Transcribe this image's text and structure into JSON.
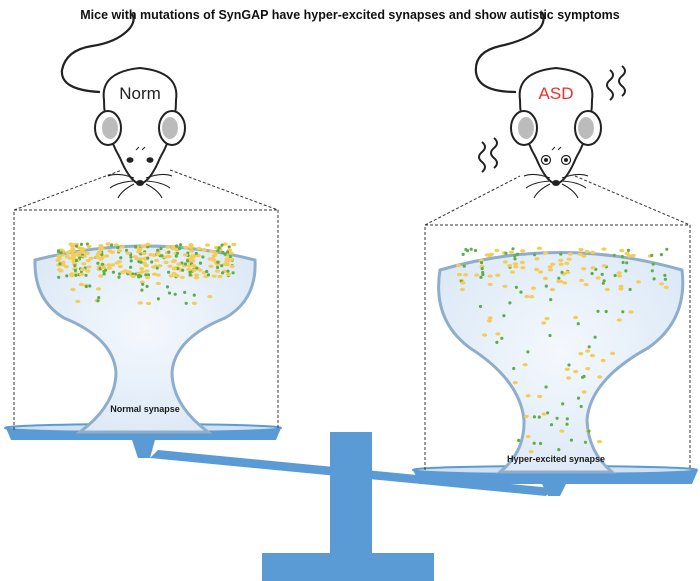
{
  "title": "Mice with mutations of SynGAP have hyper-excited synapses and show autistic symptoms",
  "left": {
    "mouse_label": "Norm",
    "synapse_label": "Normal synapse"
  },
  "right": {
    "mouse_label": "ASD",
    "synapse_label": "Hyper-excited synapse"
  },
  "colors": {
    "scale_blue": "#5b9bd5",
    "synapse_outline": "#8faecd",
    "synapse_fill": "#e9f2fb",
    "green_dot": "#5eae4a",
    "yellow_dot": "#f4cd58",
    "asd_label": "#e8312a",
    "norm_label": "#222222"
  },
  "icons": [
    "mouse-norm-icon",
    "mouse-asd-icon",
    "balance-scale-icon"
  ]
}
